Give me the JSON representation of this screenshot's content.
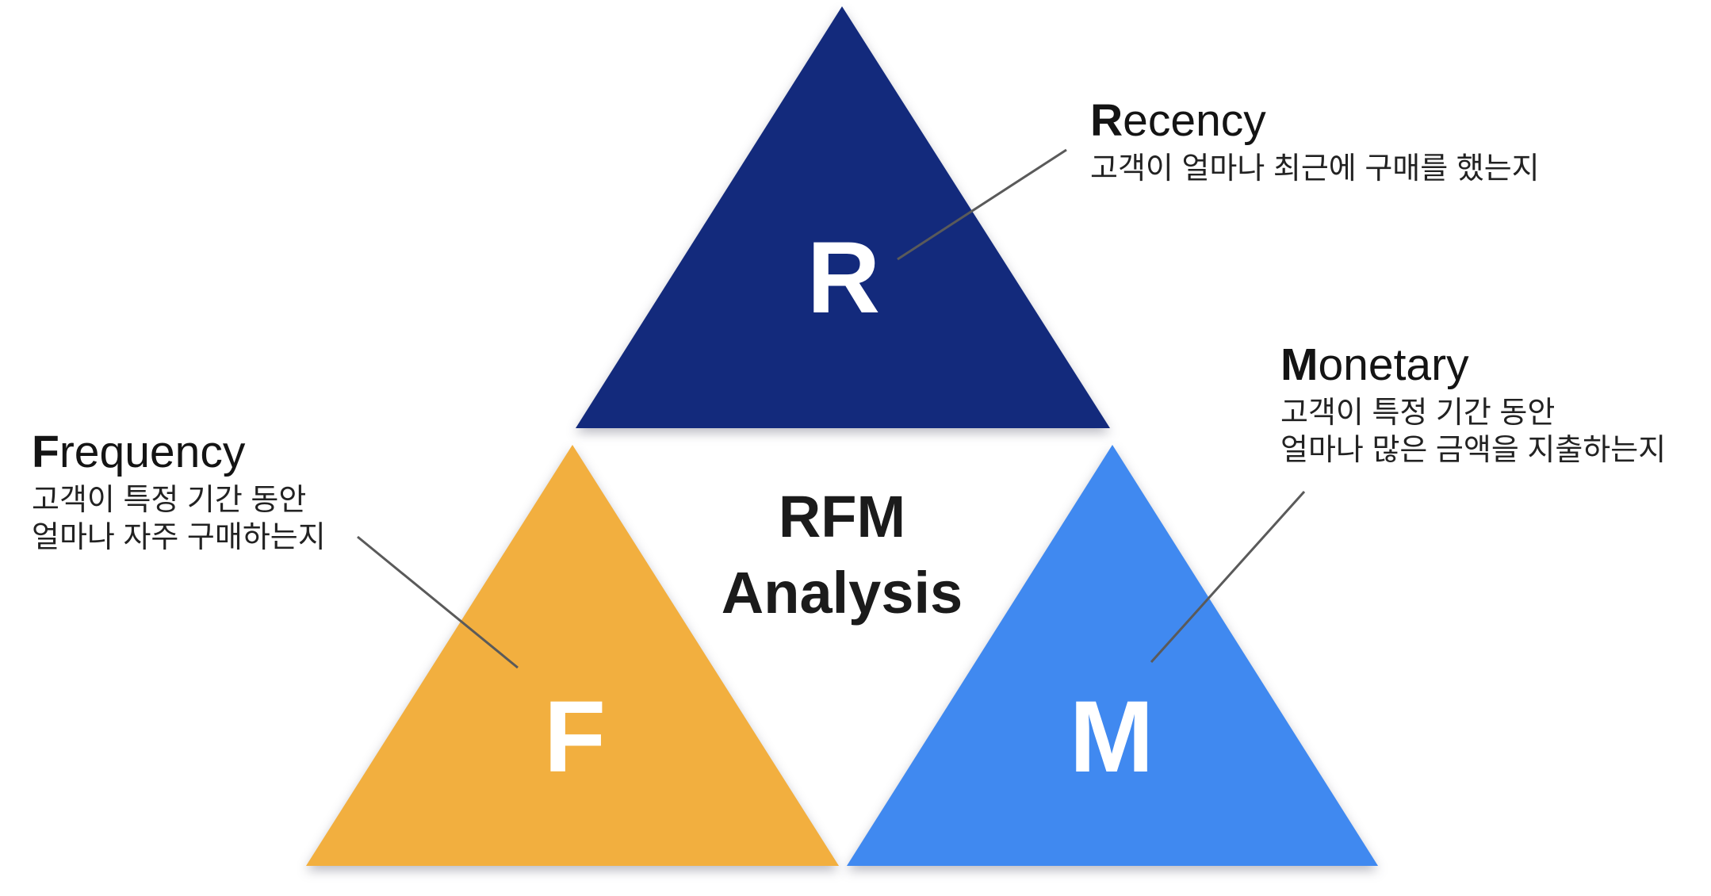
{
  "diagram": {
    "center": {
      "line1": "RFM",
      "line2": "Analysis"
    },
    "triangles": {
      "recency": {
        "letter": "R"
      },
      "frequency": {
        "letter": "F"
      },
      "monetary": {
        "letter": "M"
      }
    },
    "labels": {
      "recency": {
        "cap": "R",
        "rest": "ecency",
        "lines": [
          "고객이 얼마나 최근에 구매를 했는지"
        ]
      },
      "frequency": {
        "cap": "F",
        "rest": "requency",
        "lines": [
          "고객이 특정 기간 동안",
          "얼마나 자주 구매하는지"
        ]
      },
      "monetary": {
        "cap": "M",
        "rest": "onetary",
        "lines": [
          "고객이 특정 기간 동안",
          "얼마나 많은 금액을 지출하는지"
        ]
      }
    }
  },
  "colors": {
    "navy": "#132A7C",
    "orange": "#F2AF3F",
    "blue": "#4089F0",
    "letter": "#FFFFFF",
    "text": "#1B1B1B",
    "leader_line": "#5A5A5A",
    "background": "#FFFFFF"
  }
}
